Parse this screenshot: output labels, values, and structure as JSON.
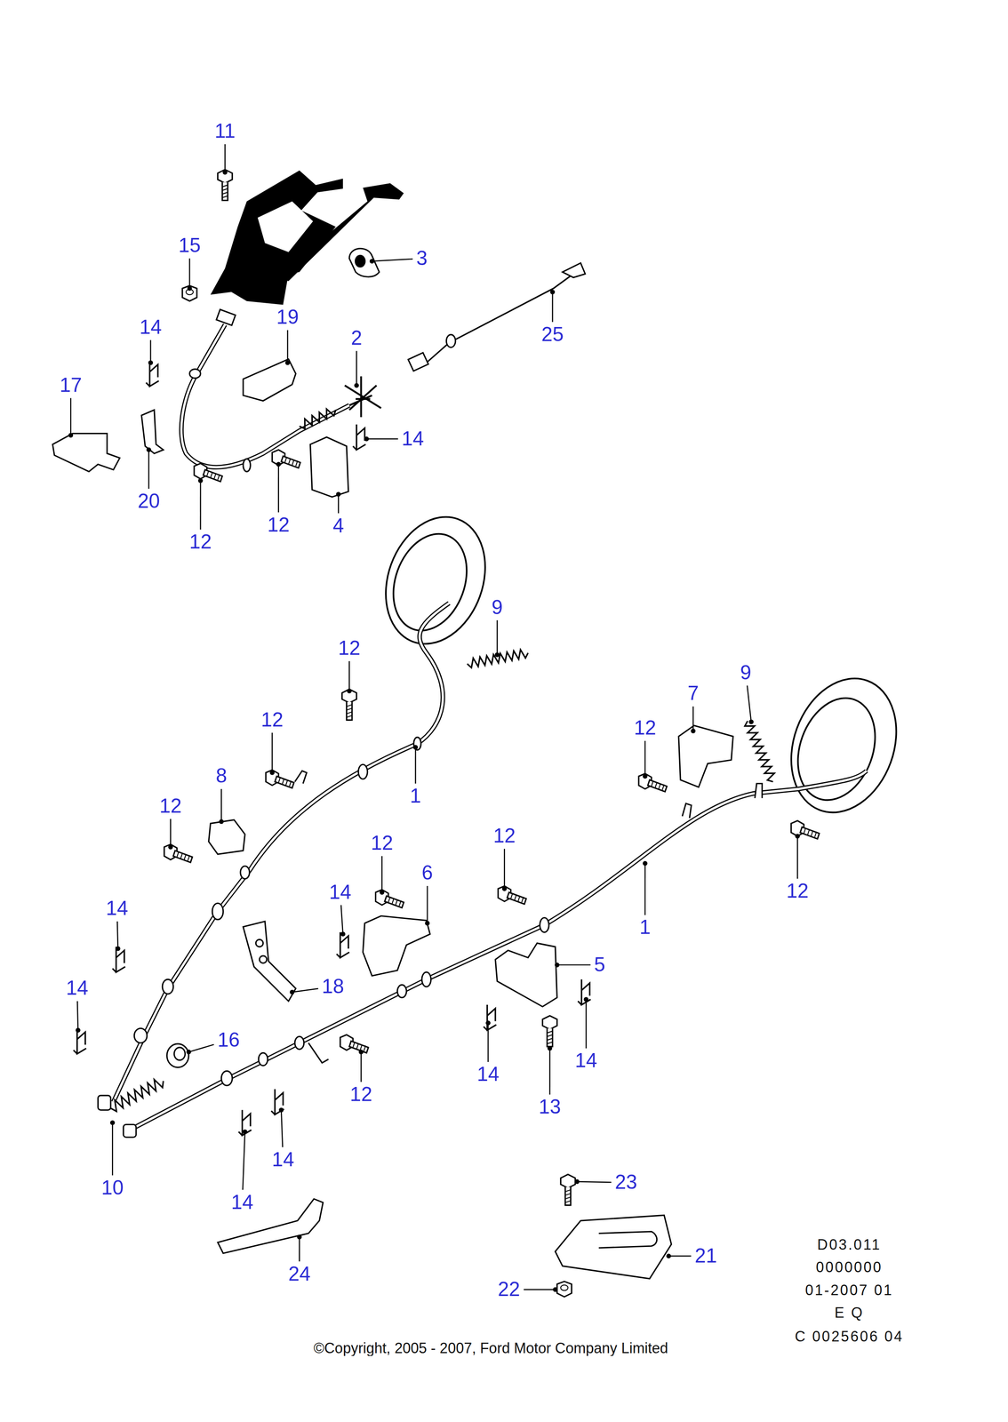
{
  "diagram": {
    "labels": [
      "11",
      "15",
      "3",
      "19",
      "14",
      "2",
      "25",
      "17",
      "14",
      "20",
      "12",
      "4",
      "12",
      "9",
      "12",
      "9",
      "7",
      "12",
      "12",
      "8",
      "1",
      "12",
      "12",
      "12",
      "6",
      "12",
      "14",
      "14",
      "1",
      "5",
      "18",
      "14",
      "16",
      "14",
      "14",
      "12",
      "13",
      "14",
      "10",
      "23",
      "14",
      "21",
      "24",
      "22",
      "D03.011",
      "0000000",
      "01-2007 01",
      "E Q",
      "C 0025606 04",
      "©Copyright, 2005 - 2007, Ford Motor Company Limited"
    ]
  }
}
